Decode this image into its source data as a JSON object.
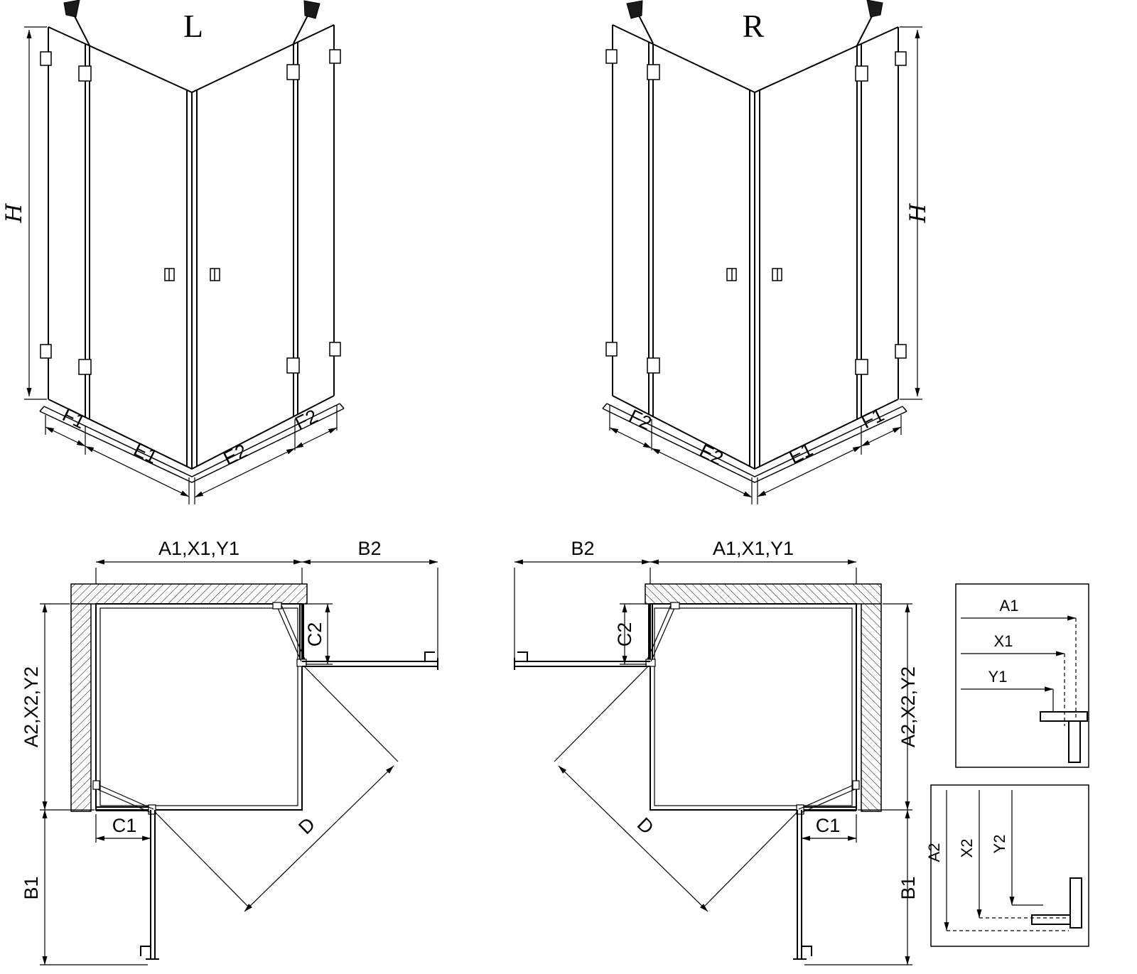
{
  "colors": {
    "line": "#000000",
    "background": "#ffffff"
  },
  "perspective_left": {
    "title": "L",
    "height_label": "H",
    "bottom_left_dims": [
      "F1",
      "E1"
    ],
    "bottom_right_dims": [
      "E2",
      "F2"
    ]
  },
  "perspective_right": {
    "title": "R",
    "height_label": "H",
    "bottom_left_dims": [
      "F2",
      "E2"
    ],
    "bottom_right_dims": [
      "E1",
      "F1"
    ]
  },
  "plan_left": {
    "top_width_label": "A1,X1,Y1",
    "door_clearance_top_label": "B2",
    "fixed_panel_top_label": "C2",
    "side_depth_label": "A2,X2,Y2",
    "fixed_panel_bottom_label": "C1",
    "door_clearance_bottom_label": "B1",
    "diagonal_label": "D"
  },
  "plan_right": {
    "top_width_label": "A1,X1,Y1",
    "door_clearance_top_label": "B2",
    "fixed_panel_top_label": "C2",
    "side_depth_label": "A2,X2,Y2",
    "fixed_panel_bottom_label": "C1",
    "door_clearance_bottom_label": "B1",
    "diagonal_label": "D"
  },
  "detail_top": {
    "labels": [
      "A1",
      "X1",
      "Y1"
    ]
  },
  "detail_bottom": {
    "labels": [
      "A2",
      "X2",
      "Y2"
    ]
  }
}
